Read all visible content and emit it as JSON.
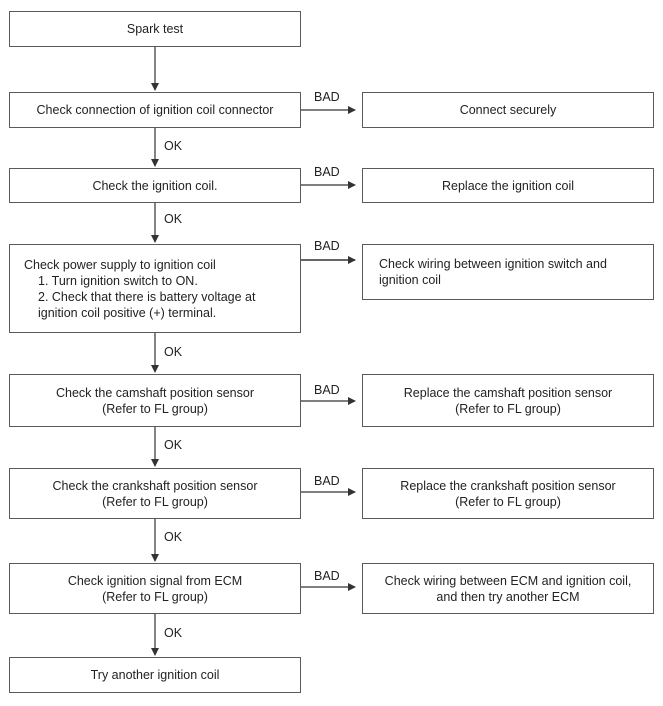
{
  "flow": {
    "start": "Spark test",
    "steps": [
      {
        "check": [
          "Check connection of ignition coil connector"
        ],
        "bad_label": "BAD",
        "remedy": [
          "Connect securely"
        ],
        "ok_label": "OK"
      },
      {
        "check": [
          "Check the ignition coil."
        ],
        "bad_label": "BAD",
        "remedy": [
          "Replace the ignition coil"
        ],
        "ok_label": "OK"
      },
      {
        "check_title": "Check power supply to ignition coil",
        "check_substeps": [
          "1. Turn ignition switch to ON.",
          "2. Check that there is battery voltage at",
          "ignition coil positive (+) terminal."
        ],
        "bad_label": "BAD",
        "remedy": [
          "Check wiring between ignition switch and",
          "ignition coil"
        ],
        "ok_label": "OK"
      },
      {
        "check": [
          "Check the camshaft position sensor",
          "(Refer to FL group)"
        ],
        "bad_label": "BAD",
        "remedy": [
          "Replace the camshaft position sensor",
          "(Refer to FL group)"
        ],
        "ok_label": "OK"
      },
      {
        "check": [
          "Check the crankshaft position sensor",
          "(Refer to FL group)"
        ],
        "bad_label": "BAD",
        "remedy": [
          "Replace the crankshaft position sensor",
          "(Refer to FL group)"
        ],
        "ok_label": "OK"
      },
      {
        "check": [
          "Check ignition signal from ECM",
          "(Refer to FL group)"
        ],
        "bad_label": "BAD",
        "remedy": [
          "Check wiring between ECM and ignition coil,",
          "and then try another ECM"
        ],
        "ok_label": "OK"
      }
    ],
    "end": "Try another ignition coil"
  }
}
